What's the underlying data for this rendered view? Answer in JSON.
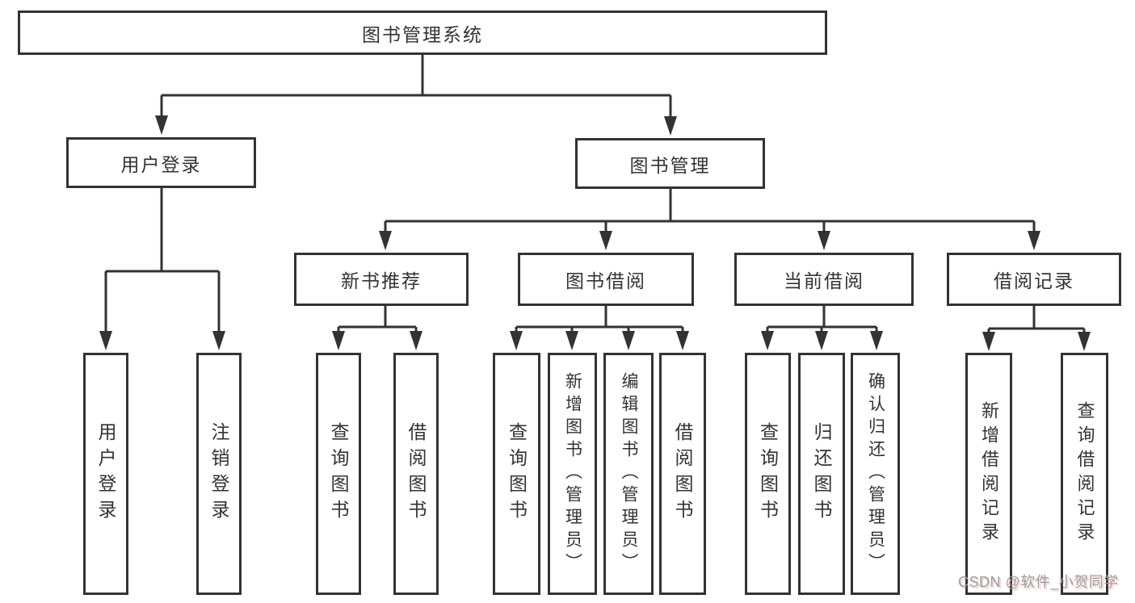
{
  "diagram": {
    "root": {
      "label": "图书管理系统"
    },
    "level2": {
      "user_login": {
        "label": "用户登录"
      },
      "book_mgmt": {
        "label": "图书管理"
      }
    },
    "level3": {
      "new_book_rec": {
        "label": "新书推荐"
      },
      "book_borrow": {
        "label": "图书借阅"
      },
      "current_borrow": {
        "label": "当前借阅"
      },
      "borrow_record": {
        "label": "借阅记录"
      }
    },
    "leaves": {
      "user_login_children": [
        "用户登录",
        "注销登录"
      ],
      "new_book_rec_children": [
        "查询图书",
        "借阅图书"
      ],
      "book_borrow_children": [
        "查询图书",
        "新增图书（管理员）",
        "编辑图书（管理员）",
        "借阅图书"
      ],
      "current_borrow_children": [
        "查询图书",
        "归还图书",
        "确认归还（管理员）"
      ],
      "borrow_record_children": [
        "新增借阅记录",
        "查询借阅记录"
      ]
    }
  },
  "watermark": {
    "text": "CSDN @软件_小贺同学"
  },
  "colors": {
    "line": "#333333",
    "box_border": "#333333",
    "text": "#333333",
    "watermark_text": "#9c9c9c",
    "background": "#ffffff"
  }
}
